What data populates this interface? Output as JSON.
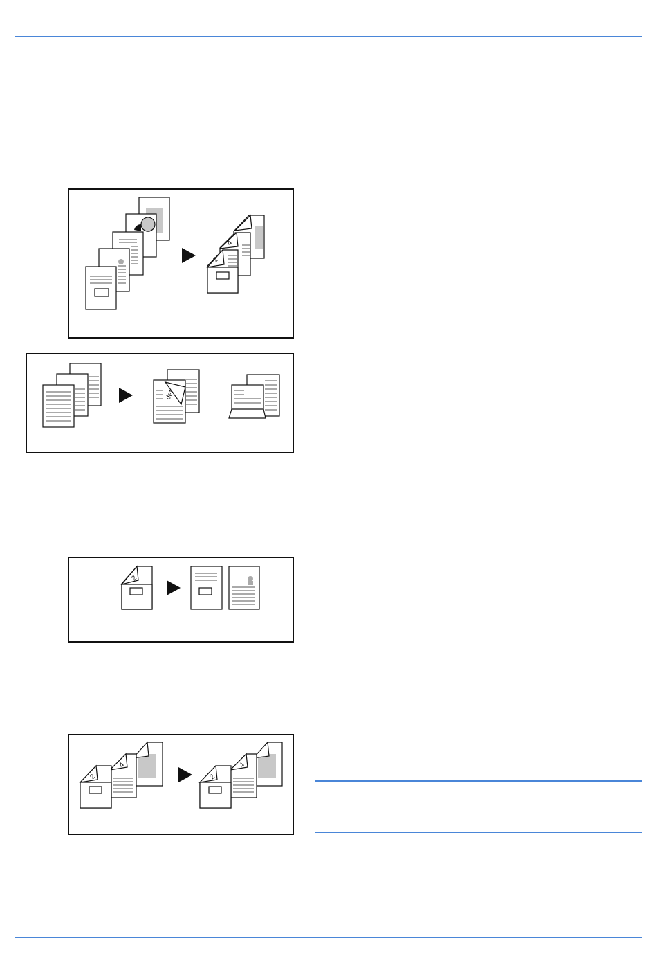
{
  "colors": {
    "rule": "#4a86d8",
    "border": "#111111",
    "ink": "#111111",
    "text_line": "#555555",
    "gray_fill": "#c8c8c8"
  },
  "page_labels": {
    "two": "2",
    "four": "4",
    "def": "def"
  },
  "icons": [
    "document-stack-icon",
    "arrow-right-icon",
    "duplex-page-icon",
    "page-curl-icon",
    "pie-chart-icon",
    "image-block-icon"
  ]
}
